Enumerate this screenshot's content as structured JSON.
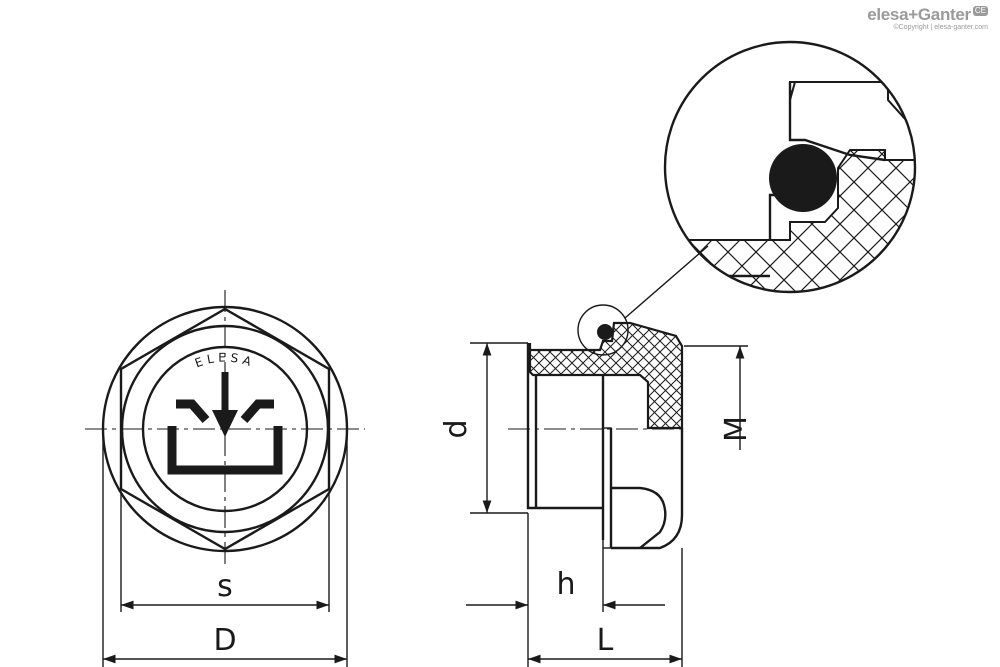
{
  "brand": {
    "name": "elesa+Ganter",
    "badge": "CE",
    "copyright": "©Copyright | elesa-ganter.com"
  },
  "front_view": {
    "emblem_text": "ELESA"
  },
  "dimensions": {
    "s": "s",
    "D": "D",
    "d": "d",
    "M": "M",
    "h": "h",
    "L": "L"
  },
  "colors": {
    "line": "#1a1a1a",
    "brand_gray": "#9a9a9a"
  }
}
